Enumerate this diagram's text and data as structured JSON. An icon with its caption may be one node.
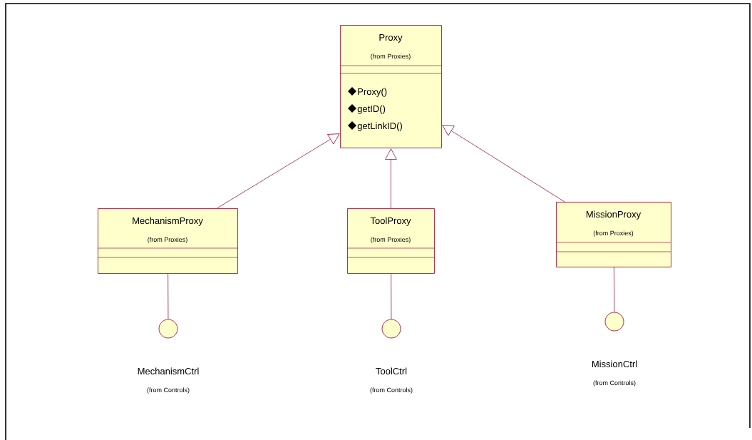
{
  "diagram": {
    "nodes": [
      {
        "text": [
          "Proxy",
          "(from Proxies)",
          "Proxy()",
          "getID()",
          "getLinkID()"
        ]
      },
      {
        "text": [
          "MechanismProxy",
          "(from Proxies)"
        ]
      },
      {
        "text": [
          "ToolProxy",
          "(from Proxies)"
        ]
      },
      {
        "text": [
          "MissionProxy",
          "(from Proxies)"
        ]
      },
      {
        "text": [],
        "shape": "circle",
        "beside": [
          "MechanismCtrl",
          "(from Controls)"
        ]
      },
      {
        "text": [],
        "shape": "circle",
        "beside": [
          "ToolCtrl",
          "(from Controls)"
        ]
      },
      {
        "text": [],
        "shape": "circle",
        "beside": [
          "MissionCtrl",
          "(from Controls)"
        ]
      }
    ],
    "edges": [
      {
        "from": 1,
        "to": 0,
        "arrow": "to"
      },
      {
        "from": 2,
        "to": 0,
        "arrow": "to"
      },
      {
        "from": 3,
        "to": 0,
        "arrow": "to"
      },
      {
        "from": 1,
        "to": 4,
        "arrow": "none"
      },
      {
        "from": 2,
        "to": 5,
        "arrow": "none"
      },
      {
        "from": 3,
        "to": 6,
        "arrow": "none"
      }
    ]
  }
}
